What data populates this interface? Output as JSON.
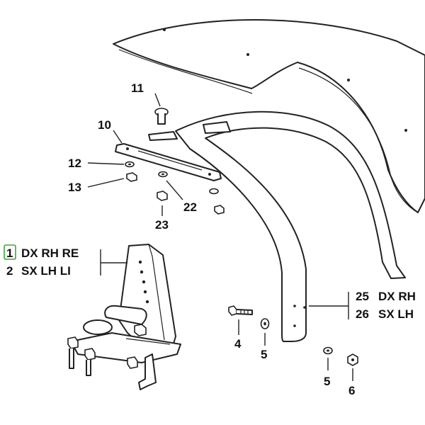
{
  "callouts": {
    "c11": "11",
    "c10": "10",
    "c12": "12",
    "c13": "13",
    "c22": "22",
    "c23": "23",
    "c4": "4",
    "c5a": "5",
    "c5b": "5",
    "c6": "6"
  },
  "legend_left": {
    "row1_num": "1",
    "row1_text": "DX RH RE",
    "row2_num": "2",
    "row2_text": "SX LH LI"
  },
  "legend_right": {
    "row1_num": "25",
    "row1_text": "DX RH",
    "row2_num": "26",
    "row2_text": "SX LH"
  },
  "colors": {
    "line": "#222222",
    "highlight": "#39a83a"
  }
}
